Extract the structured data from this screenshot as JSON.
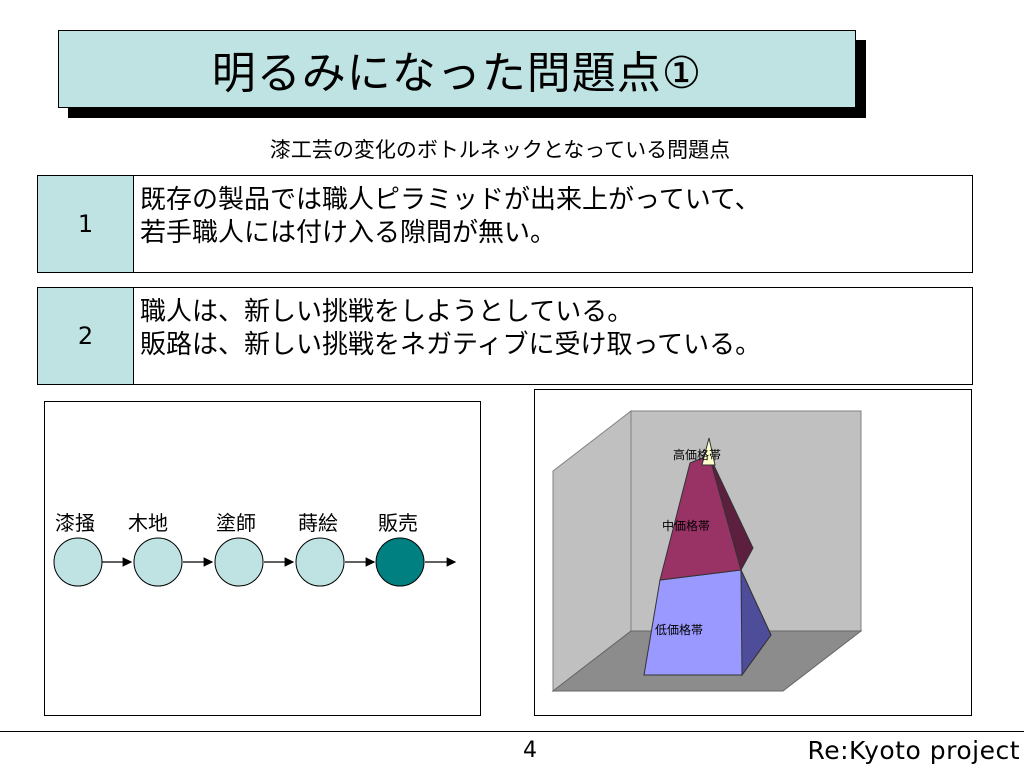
{
  "title": "明るみになった問題点①",
  "subtitle": "漆工芸の変化のボトルネックとなっている問題点",
  "problems": [
    {
      "number": "1",
      "lines": [
        "既存の製品では職人ピラミッドが出来上がっていて、",
        "若手職人には付け入る隙間が無い。"
      ]
    },
    {
      "number": "2",
      "lines": [
        "職人は、新しい挑戦をしようとしている。",
        "販路は、新しい挑戦をネガティブに受け取っている。"
      ]
    }
  ],
  "flow": {
    "steps": [
      "漆掻",
      "木地",
      "塗師",
      "蒔絵",
      "販売"
    ],
    "colors": {
      "normal": "#bfe3e3",
      "highlight": "#008080"
    }
  },
  "pyramid": {
    "tiers": [
      {
        "label": "高価格帯",
        "color": "#ffffcc"
      },
      {
        "label": "中価格帯",
        "color": "#993366"
      },
      {
        "label": "低価格帯",
        "color": "#9999ff"
      }
    ]
  },
  "footer": {
    "page_number": "4",
    "brand": "Re:Kyoto project"
  }
}
